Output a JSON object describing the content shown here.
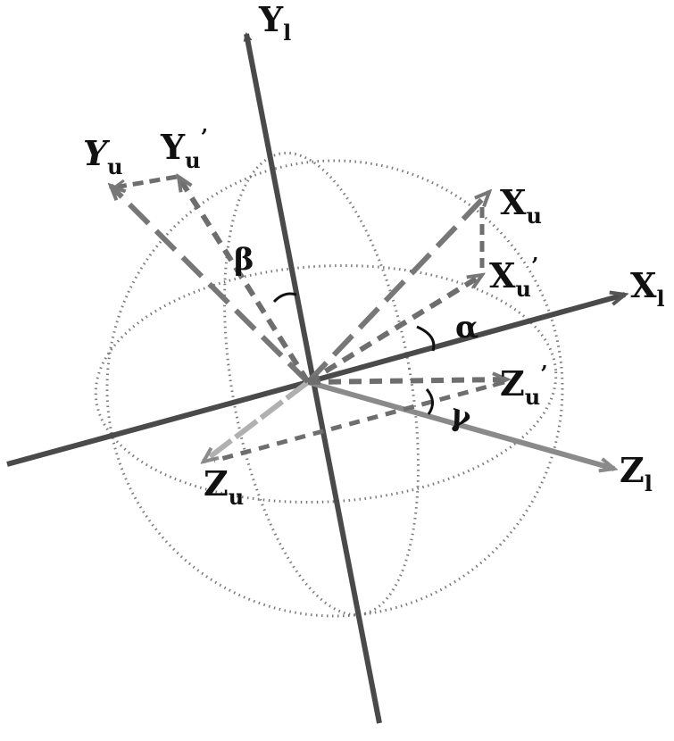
{
  "figure": {
    "labels": {
      "y_l": {
        "main": "Y",
        "sub": "l"
      },
      "x_l": {
        "main": "X",
        "sub": "l"
      },
      "z_l": {
        "main": "Z",
        "sub": "l"
      },
      "y_u": {
        "main": "Y",
        "sub": "u"
      },
      "y_u_prime": {
        "main": "Y",
        "sub": "u",
        "prime": "’"
      },
      "x_u": {
        "main": "X",
        "sub": "u"
      },
      "x_u_prime": {
        "main": "X",
        "sub": "u",
        "prime": "’"
      },
      "z_u": {
        "main": "Z",
        "sub": "u"
      },
      "z_u_prime": {
        "main": "Z",
        "sub": "u",
        "prime": "’"
      }
    },
    "angles": {
      "alpha": "α",
      "beta": "β",
      "gamma": "γ"
    },
    "colors": {
      "lab_axis_dark": "#4a4a4a",
      "lab_axis_light": "#8a8a8a",
      "upper_dashed": "#777777",
      "projection_dashed": "#6e6e6e",
      "sphere_dotted": "#7a7a7a",
      "text": "#111111"
    }
  }
}
